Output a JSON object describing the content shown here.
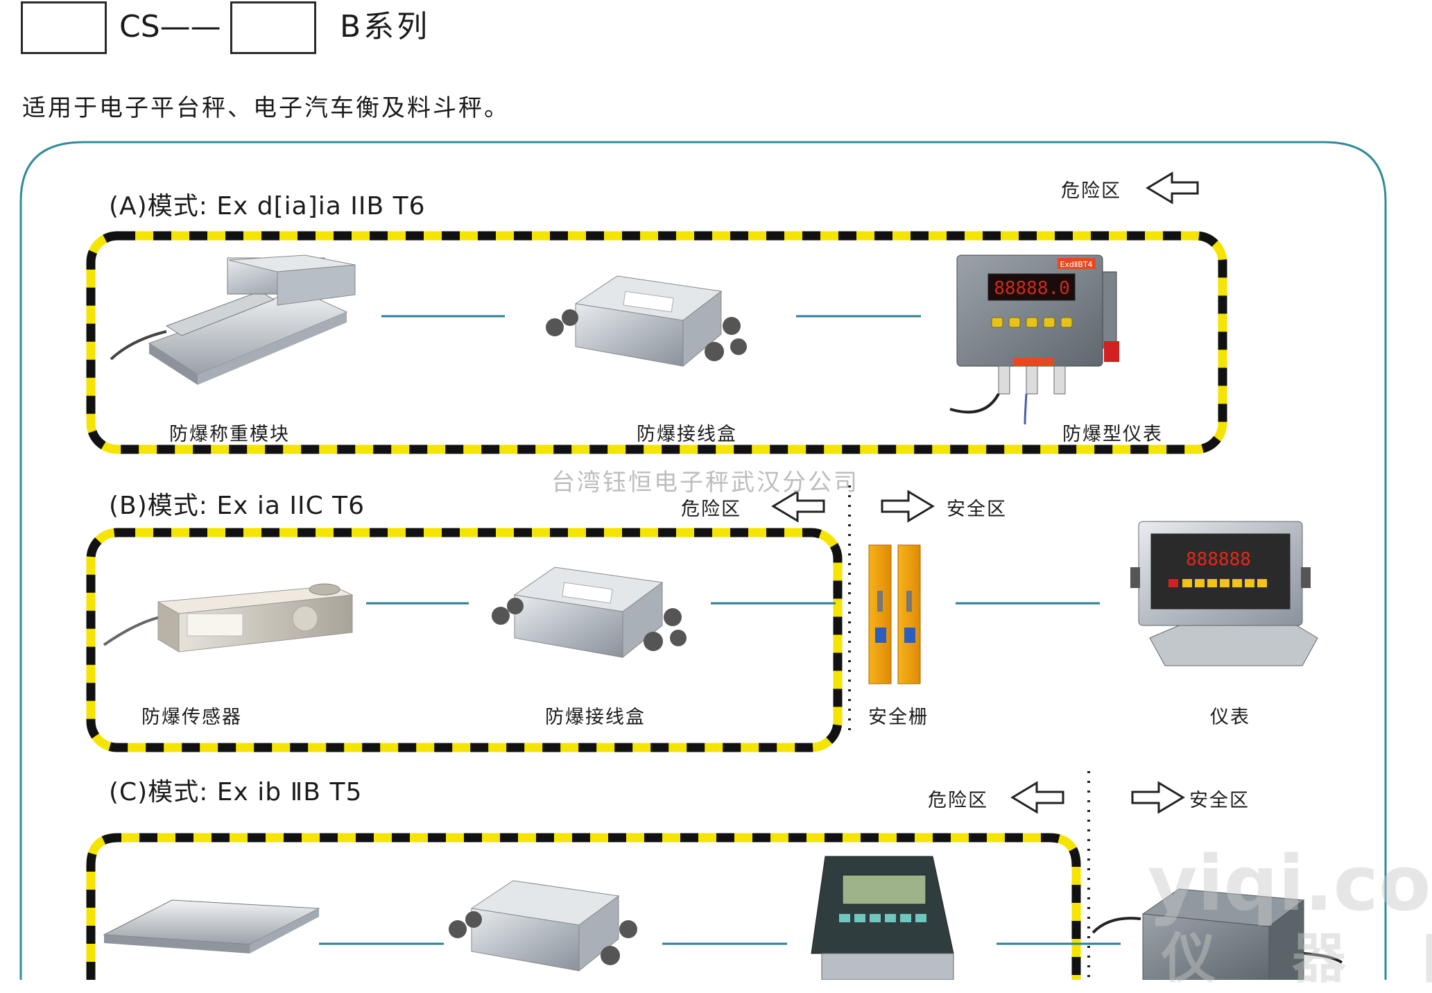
{
  "header": {
    "prefix": "CS——",
    "suffix": "B系列"
  },
  "description": "适用于电子平台秤、电子汽车衡及料斗秤。",
  "watermark": "台湾钰恒电子秤武汉分公司",
  "site_watermark": {
    "latin": "yiqi.com",
    "cjk": "仪器网"
  },
  "modes": [
    {
      "title": "(A)模式: Ex d[ia]ia IIB T6",
      "danger_label": "危险区",
      "devices": [
        "防爆称重模块",
        "防爆接线盒",
        "防爆型仪表"
      ]
    },
    {
      "title": "(B)模式: Ex ia  IIC T6",
      "danger_label": "危险区",
      "safe_label": "安全区",
      "devices": [
        "防爆传感器",
        "防爆接线盒",
        "安全栅",
        "仪表"
      ]
    },
    {
      "title": "(C)模式: Ex ib ⅡB T5",
      "danger_label": "危险区",
      "safe_label": "安全区"
    }
  ],
  "device_texts": {
    "indicator_a_badge": "ExdⅡBT4",
    "indicator_a_display": "88888.0",
    "indicator_b_display": "888888"
  },
  "colors": {
    "hazard_yellow": "#f5e400",
    "hazard_black": "#111111",
    "frame_teal": "#2e8c9c",
    "connector": "#2a7f95"
  }
}
